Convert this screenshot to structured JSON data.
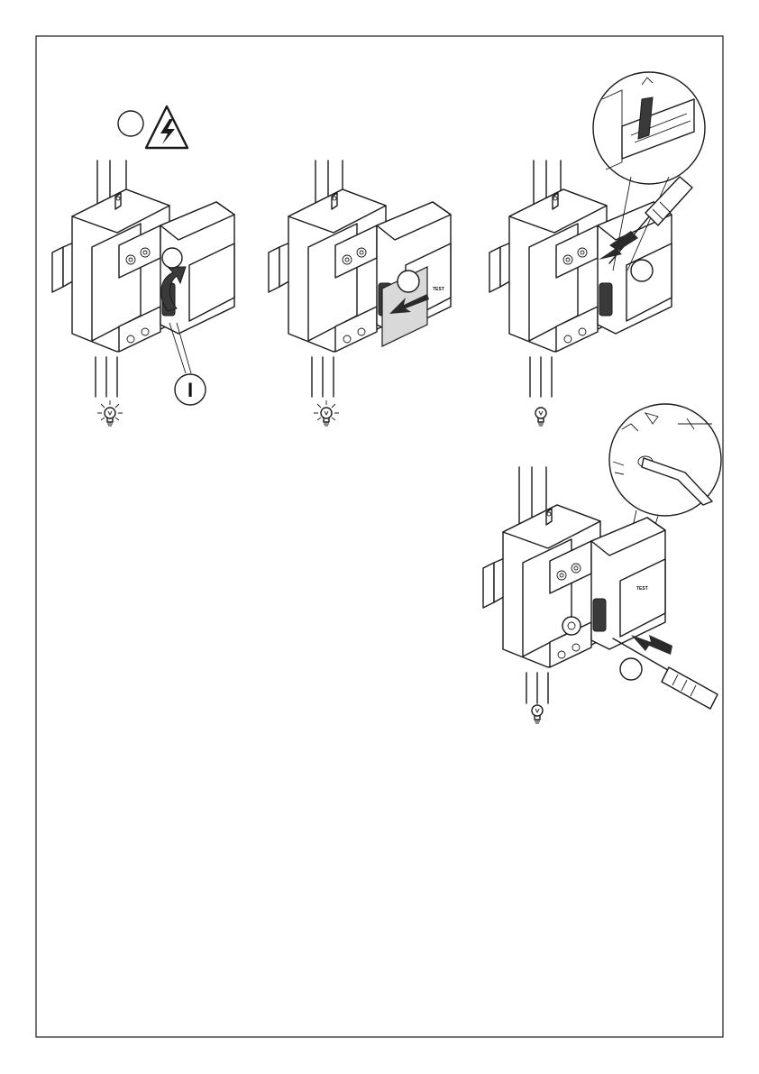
{
  "page": {
    "border_color": "#1a1a1a",
    "background": "#ffffff"
  },
  "figures": [
    {
      "id": "step-1",
      "callout_text": "",
      "lamp_state": "on",
      "warning_icon": "high-voltage-warning-icon"
    },
    {
      "id": "step-2",
      "callout_text": "",
      "lamp_state": "on"
    },
    {
      "id": "step-3",
      "callout_text": "",
      "lamp_state": "off",
      "detail_icon": "magnifier-detail-icon"
    },
    {
      "id": "step-4",
      "callout_text": "",
      "lamp_state": "off",
      "detail_icon": "magnifier-detail-icon"
    }
  ],
  "labels": {
    "switch_on": "I",
    "test_button": "TEST"
  }
}
